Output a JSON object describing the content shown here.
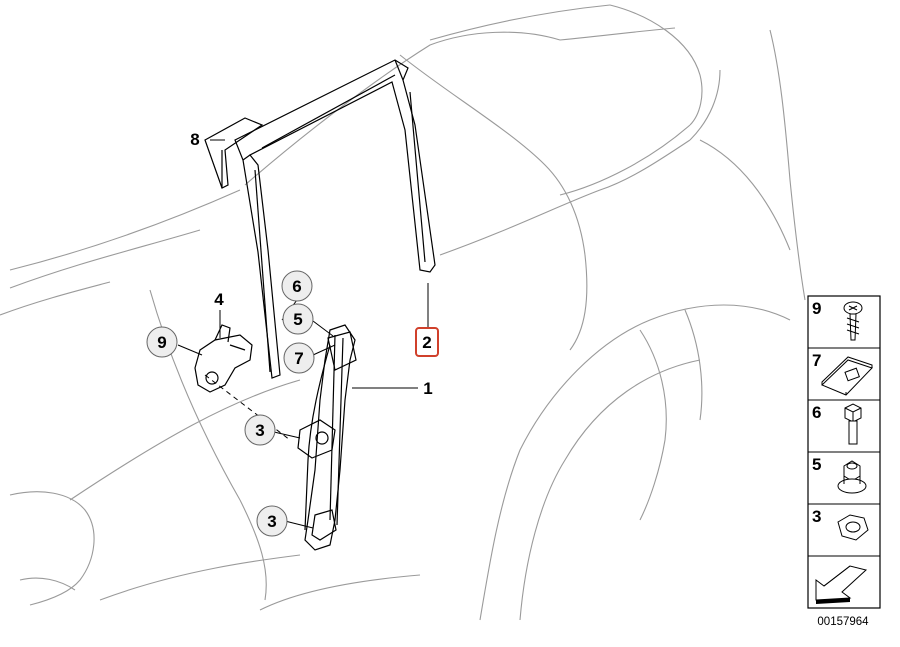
{
  "callouts": {
    "c1": "1",
    "c2": "2",
    "c3a": "3",
    "c3b": "3",
    "c4": "4",
    "c5": "5",
    "c6": "6",
    "c7": "7",
    "c8": "8",
    "c9": "9"
  },
  "legend": {
    "items": [
      {
        "label": "9",
        "icon": "screw-icon"
      },
      {
        "label": "7",
        "icon": "clip-nut-icon"
      },
      {
        "label": "6",
        "icon": "hex-bolt-icon"
      },
      {
        "label": "5",
        "icon": "collar-nut-icon"
      },
      {
        "label": "3",
        "icon": "hex-nut-icon"
      }
    ],
    "arrow_icon": "direction-arrow-icon"
  },
  "reference_number": "00157964",
  "colors": {
    "highlight": "#d0402b",
    "body_lines": "#9a9a9a",
    "parts": "#000000",
    "callout_fill": "#eeeeee"
  }
}
